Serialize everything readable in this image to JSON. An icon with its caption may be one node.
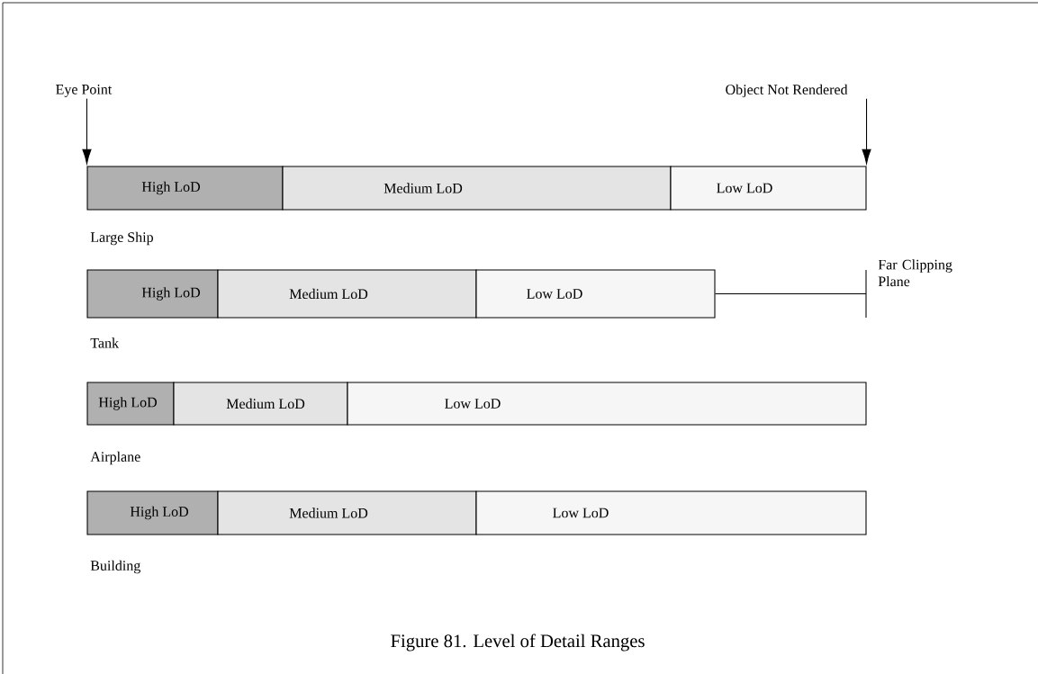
{
  "diagram": {
    "caption": "Figure 81. Level of Detail Ranges",
    "nodes": [
      {
        "text": [
          "Eye Point"
        ]
      },
      {
        "text": [
          "Object Not Rendered"
        ]
      },
      {
        "text": [
          "High LoD"
        ]
      },
      {
        "text": [
          "Medium LoD"
        ]
      },
      {
        "text": [
          "Low LoD"
        ]
      },
      {
        "text": [
          "High LoD"
        ]
      },
      {
        "text": [
          "Medium LoD"
        ]
      },
      {
        "text": [
          "Low LoD"
        ]
      },
      {
        "text": [],
        "shape": "bar",
        "beside": [
          "Far Clipping Plane"
        ]
      },
      {
        "text": [
          "High LoD"
        ]
      },
      {
        "text": [
          "Medium LoD"
        ]
      },
      {
        "text": [
          "Low LoD"
        ]
      },
      {
        "text": [
          "High LoD"
        ]
      },
      {
        "text": [
          "Medium LoD"
        ]
      },
      {
        "text": [
          "Low LoD"
        ]
      }
    ],
    "edges": [
      {
        "from": 0,
        "to": 2,
        "arrow": "to"
      },
      {
        "from": 1,
        "to": 4,
        "arrow": "to"
      },
      {
        "from": 7,
        "to": 8,
        "arrow": "none"
      }
    ],
    "labels": [
      "Large Ship",
      "Tank",
      "Airplane",
      "Building"
    ]
  }
}
